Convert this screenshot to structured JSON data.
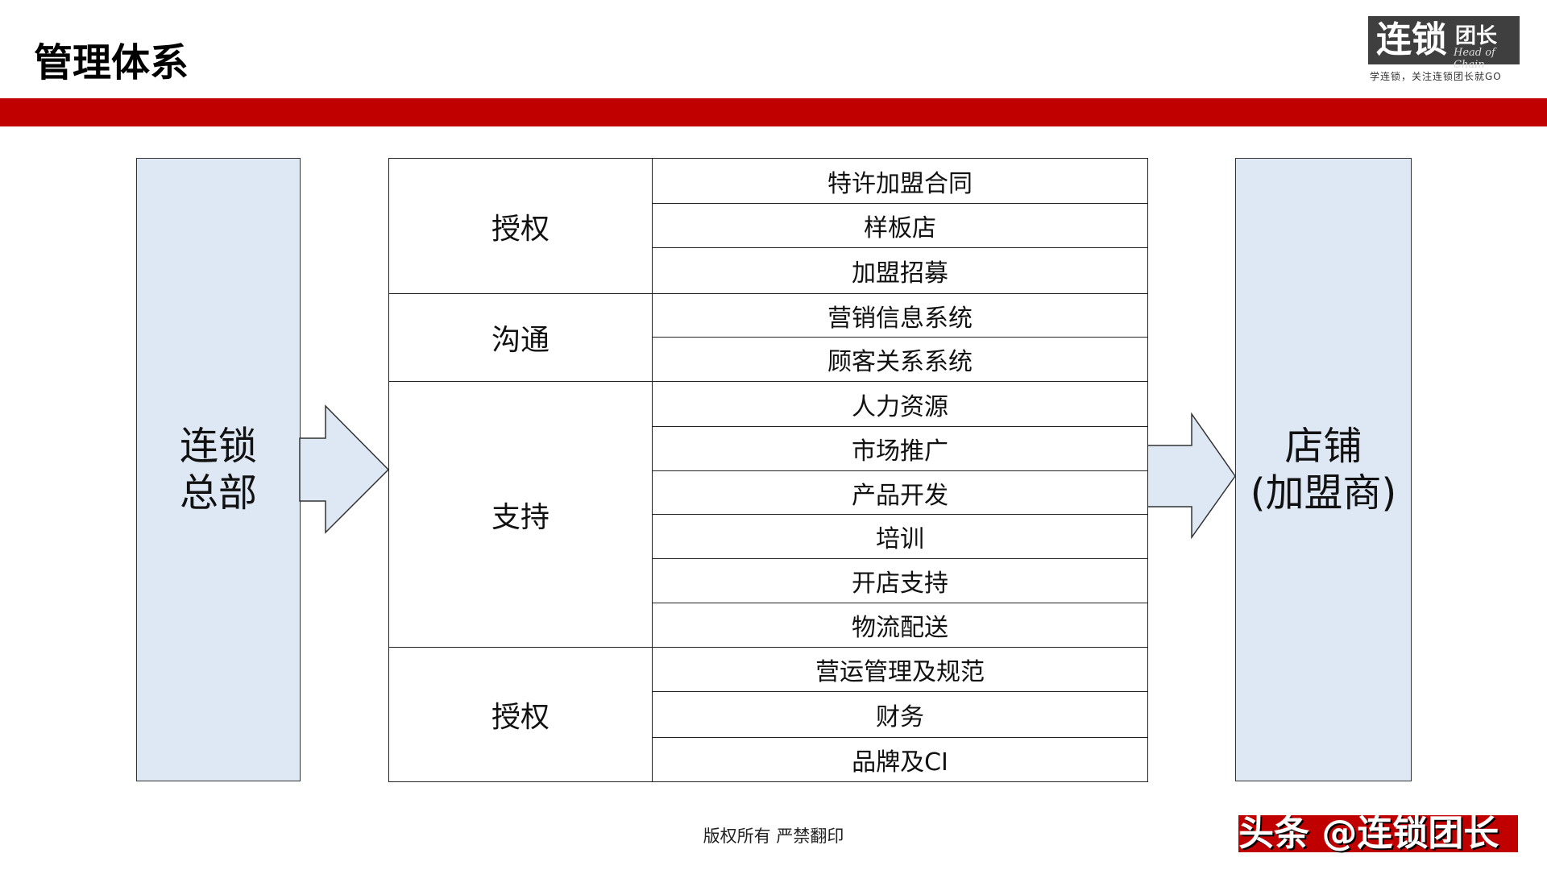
{
  "title": "管理体系",
  "logo": {
    "main": "连锁",
    "side": "团长",
    "en": "Head of Chain",
    "slogan": "学连锁，关注连锁团长就GO"
  },
  "left_box": {
    "line1": "连锁",
    "line2": "总部"
  },
  "right_box": {
    "line1": "店铺",
    "line2": "(加盟商)"
  },
  "groups": [
    {
      "label": "授权",
      "items": [
        "特许加盟合同",
        "样板店",
        "加盟招募"
      ]
    },
    {
      "label": "沟通",
      "items": [
        "营销信息系统",
        "顾客关系系统"
      ]
    },
    {
      "label": "支持",
      "items": [
        "人力资源",
        "市场推广",
        "产品开发",
        "培训",
        "开店支持",
        "物流配送"
      ]
    },
    {
      "label": "授权",
      "items": [
        "营运管理及规范",
        "财务",
        "品牌及CI"
      ]
    }
  ],
  "footer": "版权所有  严禁翻印",
  "watermark": "头条 @连锁团长",
  "colors": {
    "accent": "#c00000",
    "box_fill": "#dde8f4"
  }
}
